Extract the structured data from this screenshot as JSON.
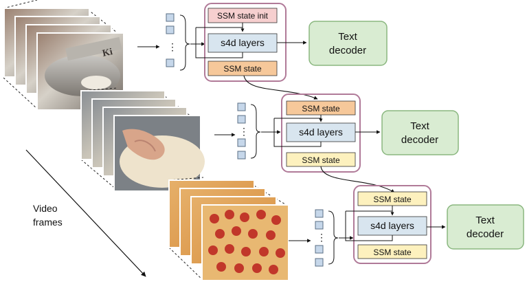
{
  "colors": {
    "module_border": "#b07a98",
    "init_fill": "#f6cfcf",
    "state_orange": "#f6c89a",
    "state_yellow": "#fdf1be",
    "layers_fill": "#d8e5ef",
    "decoder_fill": "#d9ecd2",
    "decoder_border": "#8ab77f",
    "token_fill": "#c6d7ea"
  },
  "icons": [
    "kitchen-mixer-frame",
    "pizza-dough-frame",
    "pepperoni-pizza-frame"
  ],
  "video_label": {
    "line1": "Video",
    "line2": "frames"
  },
  "stages": [
    {
      "top_state": "SSM state init",
      "layers": "s4d layers",
      "bottom_state": "SSM state",
      "decoder_line1": "Text",
      "decoder_line2": "decoder",
      "dots": "⋮"
    },
    {
      "top_state": "SSM state",
      "layers": "s4d layers",
      "bottom_state": "SSM state",
      "decoder_line1": "Text",
      "decoder_line2": "decoder",
      "dots": "⋮"
    },
    {
      "top_state": "SSM state",
      "layers": "s4d layers",
      "bottom_state": "SSM state",
      "decoder_line1": "Text",
      "decoder_line2": "decoder",
      "dots": "⋮"
    }
  ]
}
